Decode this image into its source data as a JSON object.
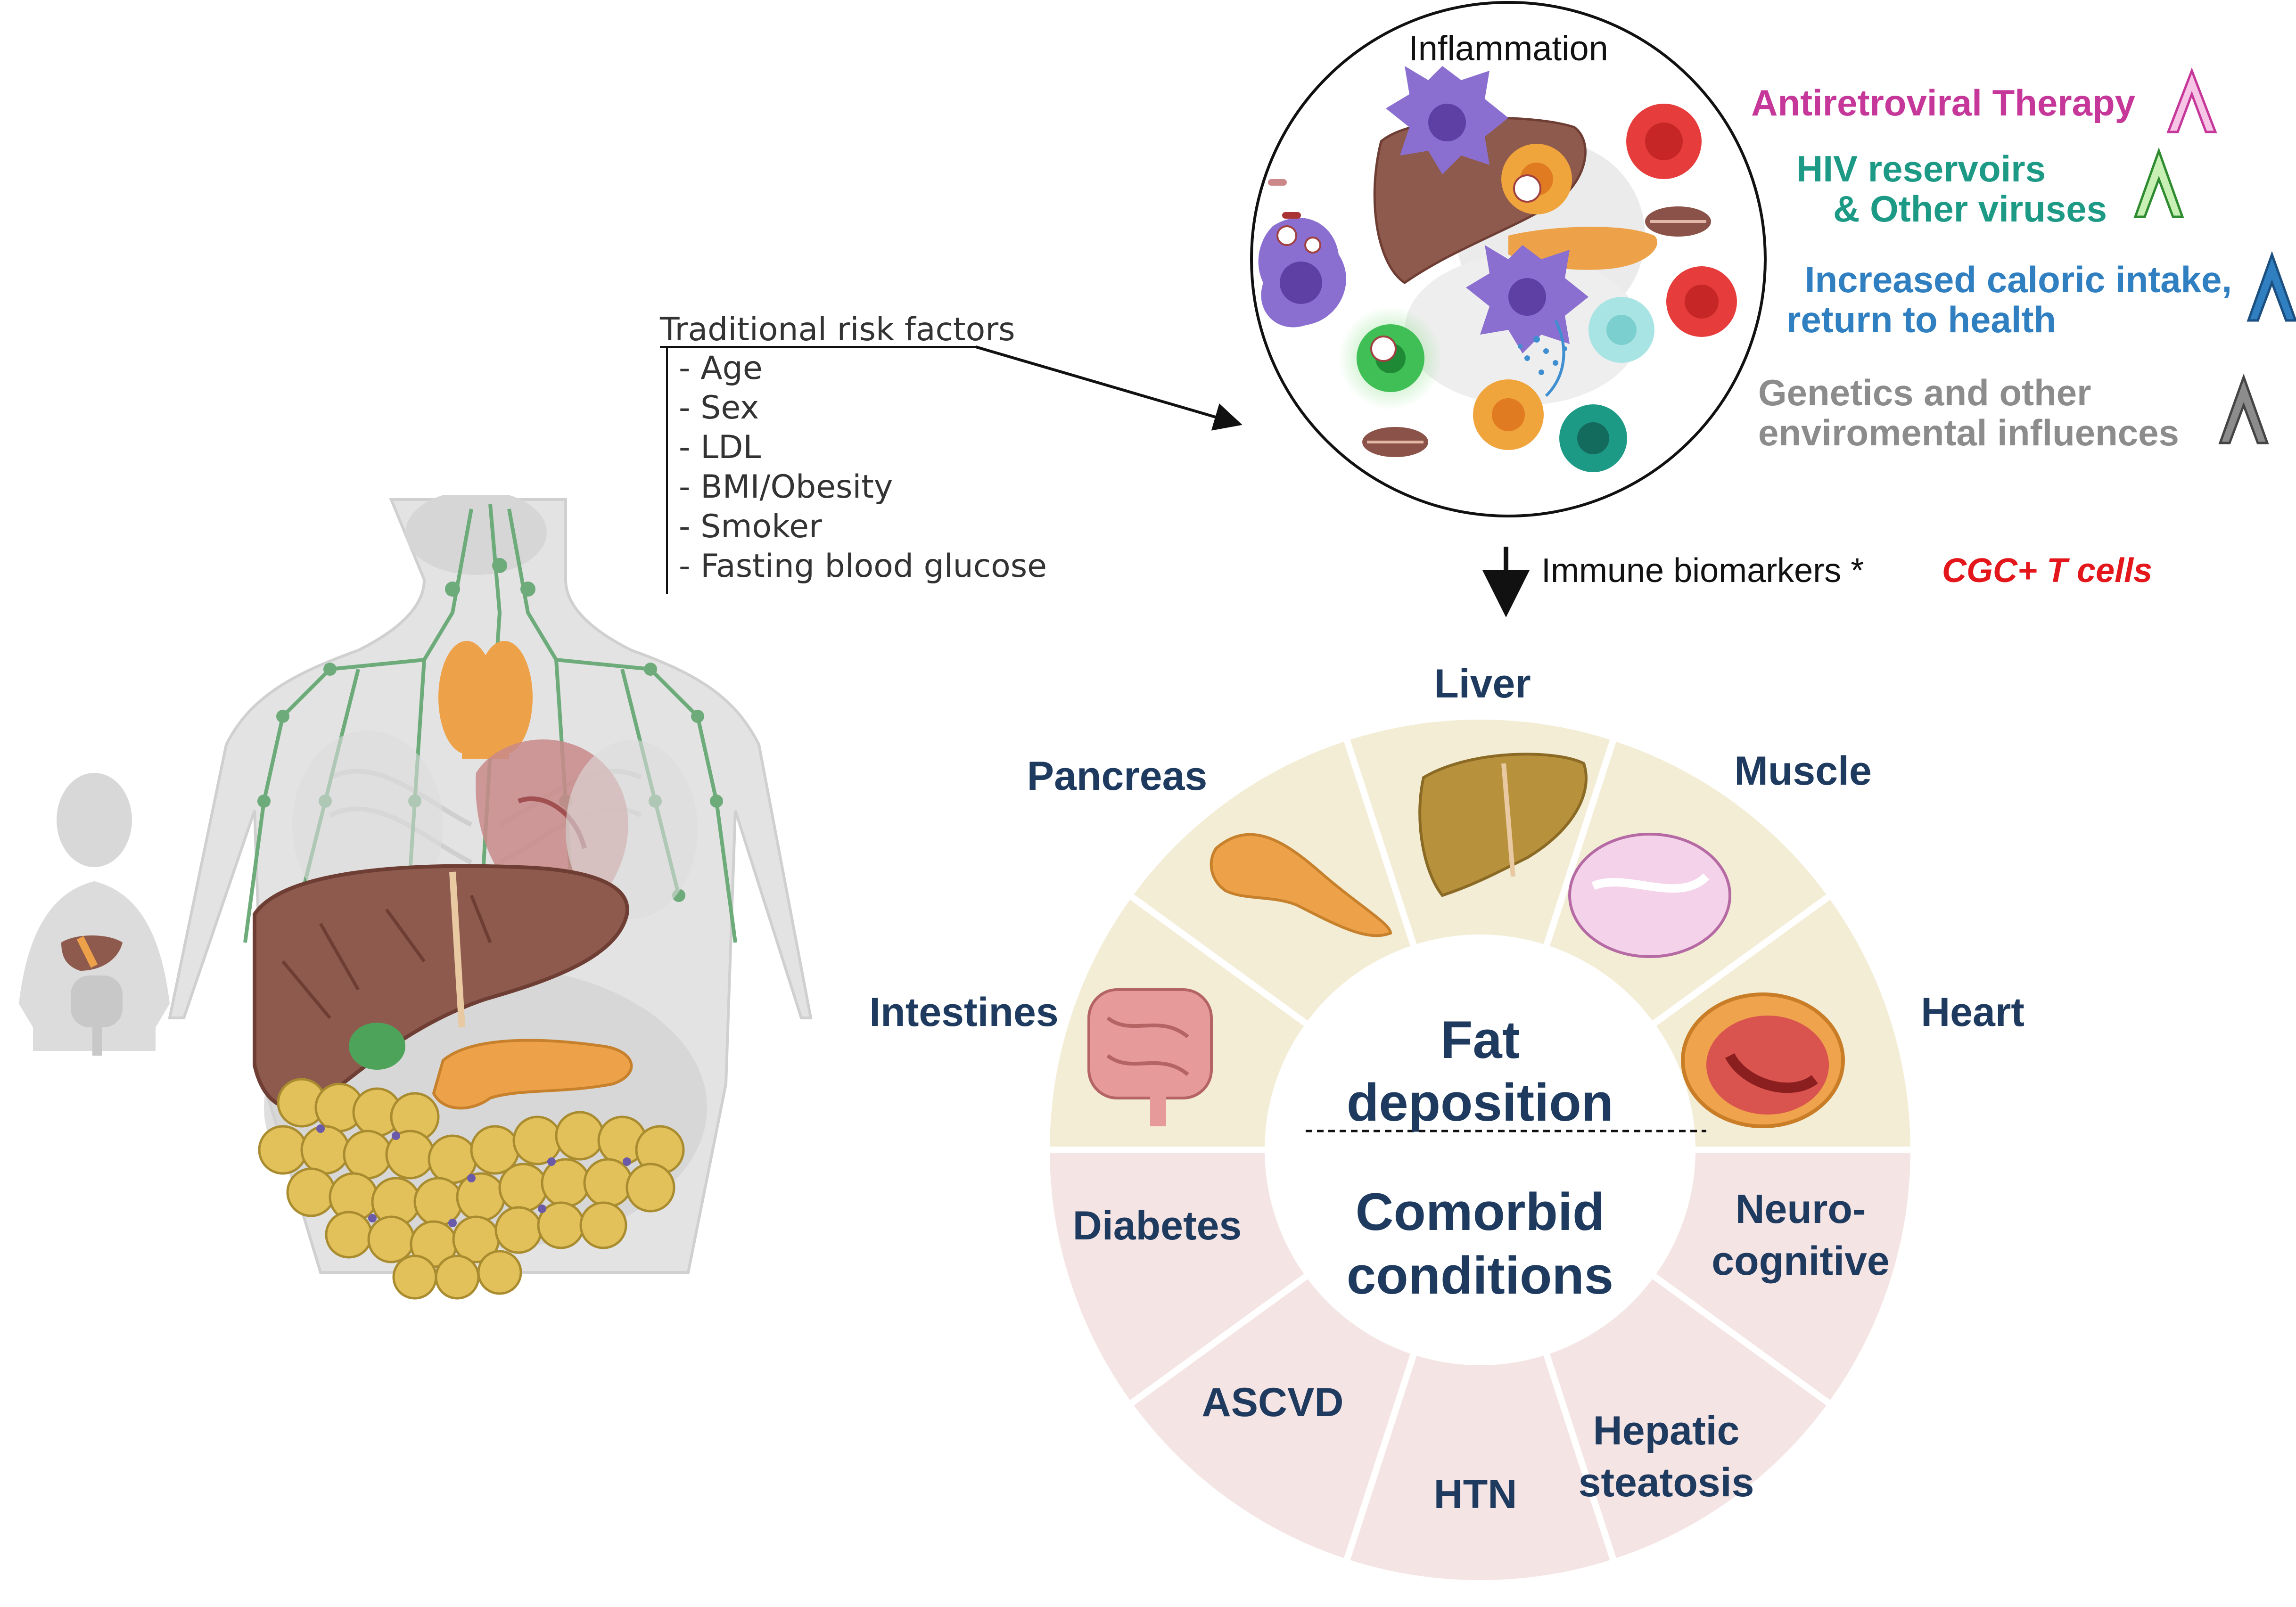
{
  "inflammation_label": "Inflammation",
  "traditional_risk": {
    "title": "Traditional risk factors",
    "items": [
      "- Age",
      "- Sex",
      "- LDL",
      "- BMI/Obesity",
      "- Smoker",
      "- Fasting blood glucose"
    ]
  },
  "factors": [
    {
      "lines": [
        "Antiretroviral Therapy"
      ],
      "color": "#c6379a"
    },
    {
      "lines": [
        "HIV reservoirs",
        "& Other viruses"
      ],
      "color": "#1d9a86"
    },
    {
      "lines": [
        "Increased caloric intake,",
        "return to health"
      ],
      "color": "#2f7fc1"
    },
    {
      "lines": [
        "Genetics and other",
        "enviromental influences"
      ],
      "color": "#8c8c8c"
    }
  ],
  "biomarkers": {
    "label": "Immune biomarkers *",
    "highlight": "CGC+ T cells",
    "highlight_color": "#e3161b"
  },
  "fat_deposition": {
    "center": [
      "Fat",
      "deposition"
    ],
    "organs": [
      "Intestines",
      "Pancreas",
      "Liver",
      "Muscle",
      "Heart"
    ]
  },
  "comorbid": {
    "center": [
      "Comorbid",
      "conditions"
    ],
    "conditions": [
      "Diabetes",
      "ASCVD",
      "HTN",
      "Hepatic steatosis",
      "Neuro-cognitive"
    ]
  },
  "colors": {
    "navy": "#1e3a5f",
    "fat_sector": "#f3edd6",
    "comorbid_sector": "#f5e4e4",
    "liver": "#8e5a4e",
    "adipose": "#e2c15a",
    "lymph": "#6dab7a",
    "pancreas": "#eda24a"
  }
}
